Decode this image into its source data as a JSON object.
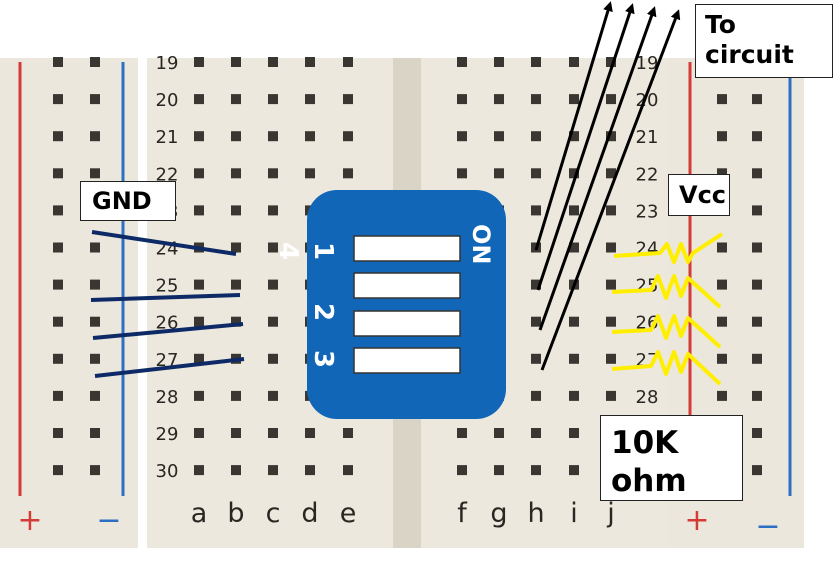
{
  "breadboard": {
    "row_numbers": [
      "19",
      "20",
      "21",
      "22",
      "23",
      "24",
      "25",
      "26",
      "27",
      "28",
      "29",
      "30"
    ],
    "left_columns": [
      "a",
      "b",
      "c",
      "d",
      "e"
    ],
    "right_columns": [
      "f",
      "g",
      "h",
      "i",
      "j"
    ],
    "rail_plus": "+",
    "rail_minus": "−"
  },
  "dip_switch": {
    "on_label": "ON",
    "switch_numbers": [
      "1",
      "2",
      "3"
    ],
    "extra_number": "4"
  },
  "labels": {
    "gnd": "GND",
    "vcc": "Vcc",
    "to_circuit_line1": "To",
    "to_circuit_line2": "circuit",
    "resistor_line1": "10K",
    "resistor_line2": "ohm"
  },
  "colors": {
    "board": "#ebe7dc",
    "hole": "#3a3631",
    "switch_body": "#1166b8",
    "gnd_wire": "#0d2a66",
    "resistor": "#ffee00",
    "rail_red": "#d43a36",
    "rail_blue": "#2d6fc2"
  }
}
